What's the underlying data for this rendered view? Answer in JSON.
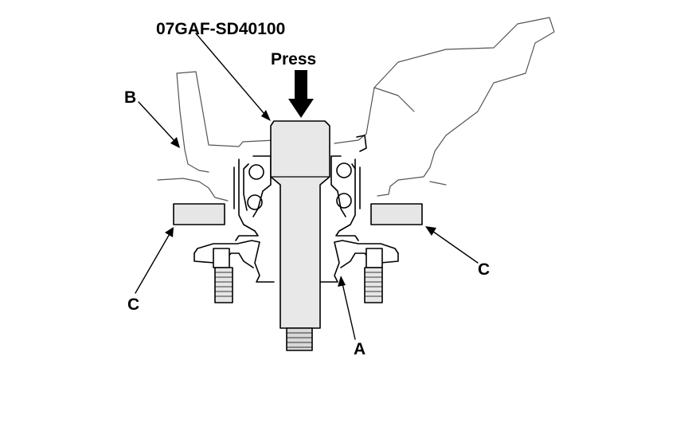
{
  "labels": {
    "tool_number": "07GAF-SD40100",
    "press": "Press",
    "part_a": "A",
    "part_b": "B",
    "part_c_left": "C",
    "part_c_right": "C"
  },
  "colors": {
    "line": "#000000",
    "fill": "#e6e6e6",
    "background": "#ffffff"
  }
}
